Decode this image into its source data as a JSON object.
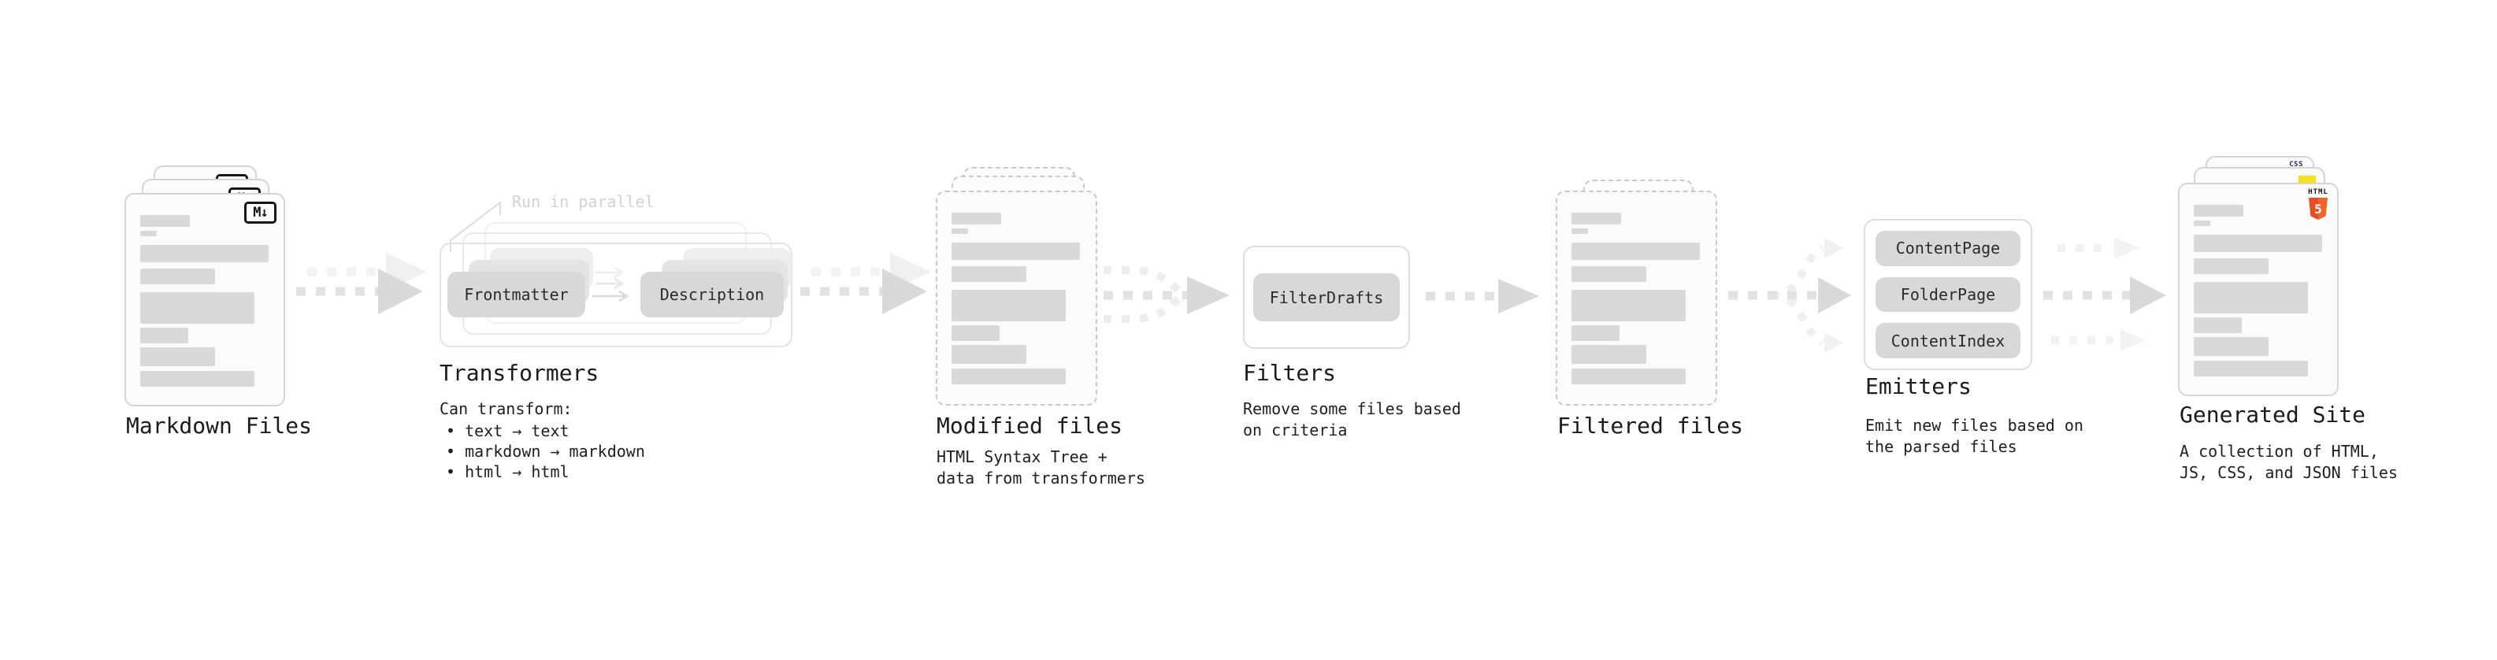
{
  "stages": {
    "markdown_files": {
      "label": "Markdown Files",
      "badge": "M↓"
    },
    "transformers": {
      "label": "Transformers",
      "annotation": "Run in parallel",
      "pill_from": "Frontmatter",
      "pill_to": "Description",
      "desc_title": "Can transform:",
      "bullets": [
        "• text → text",
        "• markdown → markdown",
        "• html → html"
      ]
    },
    "modified_files": {
      "label": "Modified files",
      "desc": "HTML Syntax Tree +\ndata from transformers"
    },
    "filters": {
      "label": "Filters",
      "pill": "FilterDrafts",
      "desc": "Remove some files based\non criteria"
    },
    "filtered_files": {
      "label": "Filtered files"
    },
    "emitters": {
      "label": "Emitters",
      "pills": [
        "ContentPage",
        "FolderPage",
        "ContentIndex"
      ],
      "desc": "Emit new files based on\nthe parsed files"
    },
    "generated_site": {
      "label": "Generated Site",
      "desc": "A collection of HTML,\nJS, CSS, and JSON files",
      "css_badge": "CSS",
      "html5_badge_top": "HTML",
      "html5_badge_number": "5"
    }
  },
  "colors": {
    "html5_orange": "#e44d26",
    "js_yellow": "#f7df1e",
    "css_blue": "#2965f1",
    "pill_gray": "#d8d8d8",
    "bar_gray": "#d9d9d9",
    "arrow_gray": "#e2e2e2",
    "arrow_head_gray": "#d9d9d9",
    "faint_arrow_gray": "#f2f2f2"
  }
}
